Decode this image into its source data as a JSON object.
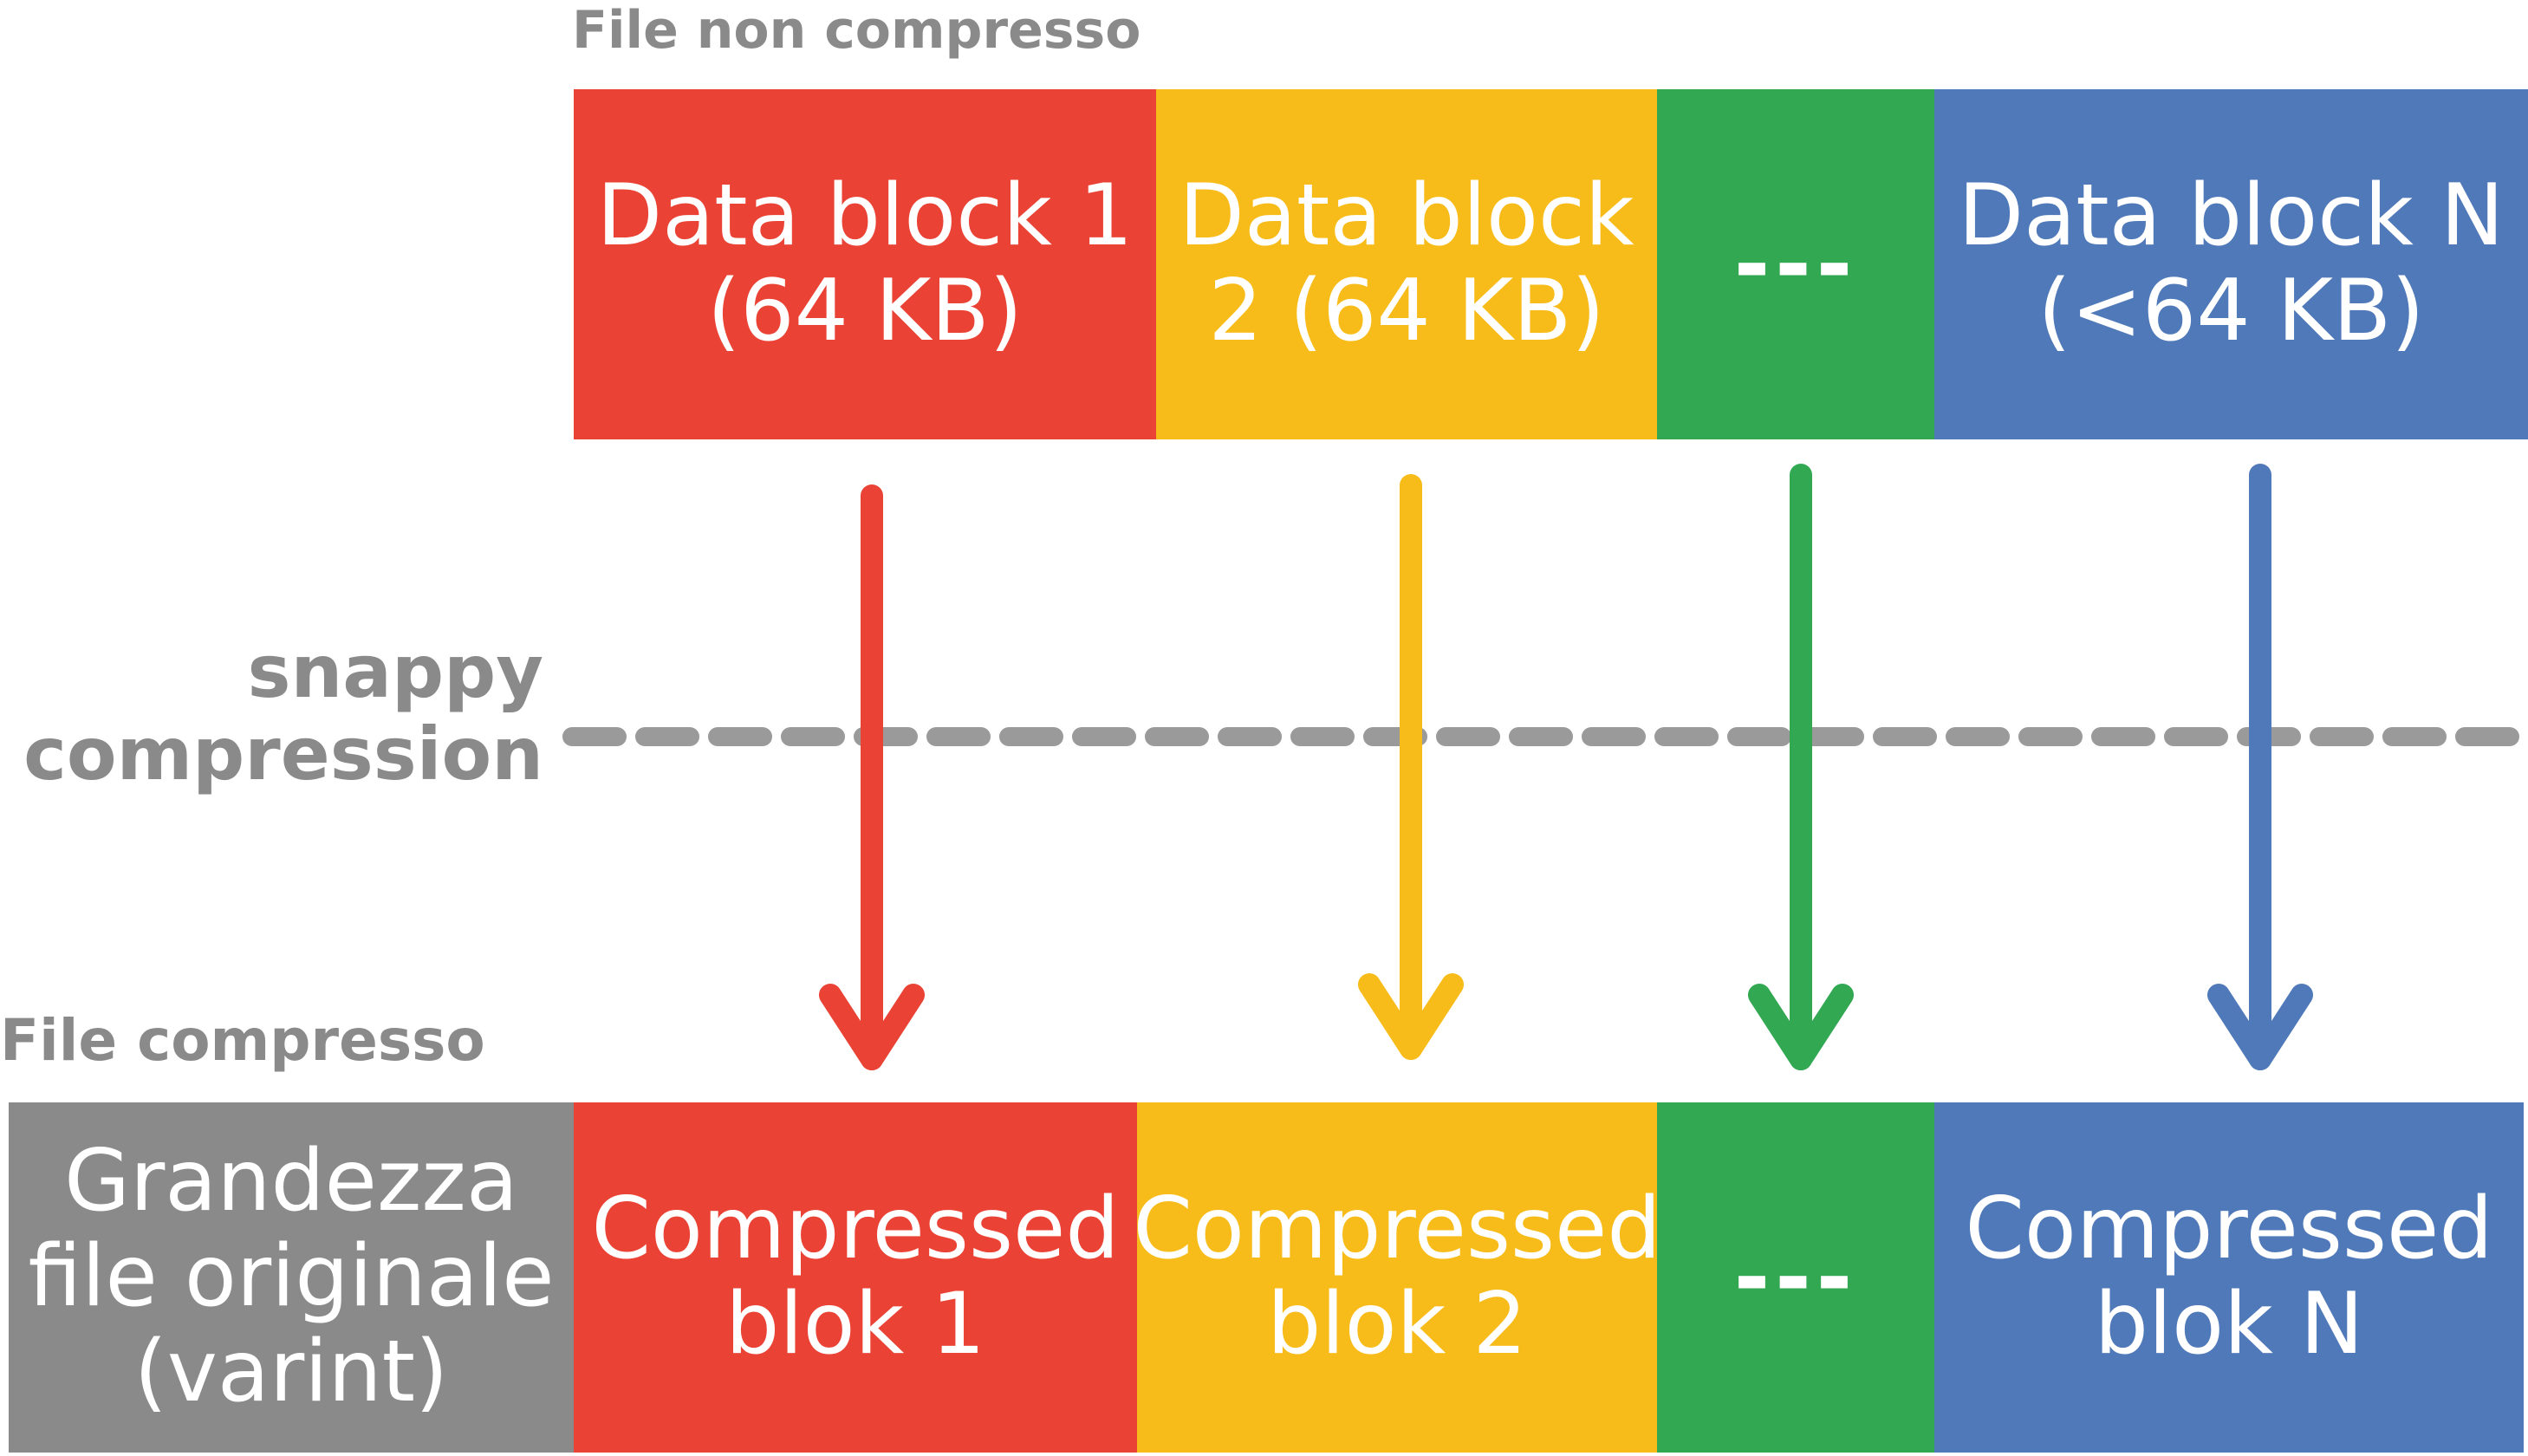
{
  "diagram": {
    "top_title": "File non compresso",
    "middle_label_line1": "snappy",
    "middle_label_line2": "compression",
    "bottom_title": "File compresso",
    "colors": {
      "red": "#ea4335",
      "yellow": "#f8bc1a",
      "green": "#32a852",
      "blue": "#4f79b9",
      "gray": "#8a8a8a",
      "dash": "#9a9a9a"
    },
    "uncompressed_blocks": [
      {
        "line1": "Data block 1",
        "line2": "(64 KB)",
        "color": "red"
      },
      {
        "line1": "Data block",
        "line2": "2  (64 KB)",
        "color": "yellow"
      },
      {
        "line1": "---",
        "line2": "",
        "color": "green"
      },
      {
        "line1": "Data block N",
        "line2": "(<64 KB)",
        "color": "blue"
      }
    ],
    "compressed_blocks": [
      {
        "line1": "Grandezza",
        "line2": "file originale",
        "line3": "(varint)",
        "color": "gray"
      },
      {
        "line1": "Compressed",
        "line2": "blok 1",
        "line3": "",
        "color": "red"
      },
      {
        "line1": "Compressed",
        "line2": "blok 2",
        "line3": "",
        "color": "yellow"
      },
      {
        "line1": "---",
        "line2": "",
        "line3": "",
        "color": "green"
      },
      {
        "line1": "Compressed",
        "line2": "blok N",
        "line3": "",
        "color": "blue"
      }
    ]
  }
}
